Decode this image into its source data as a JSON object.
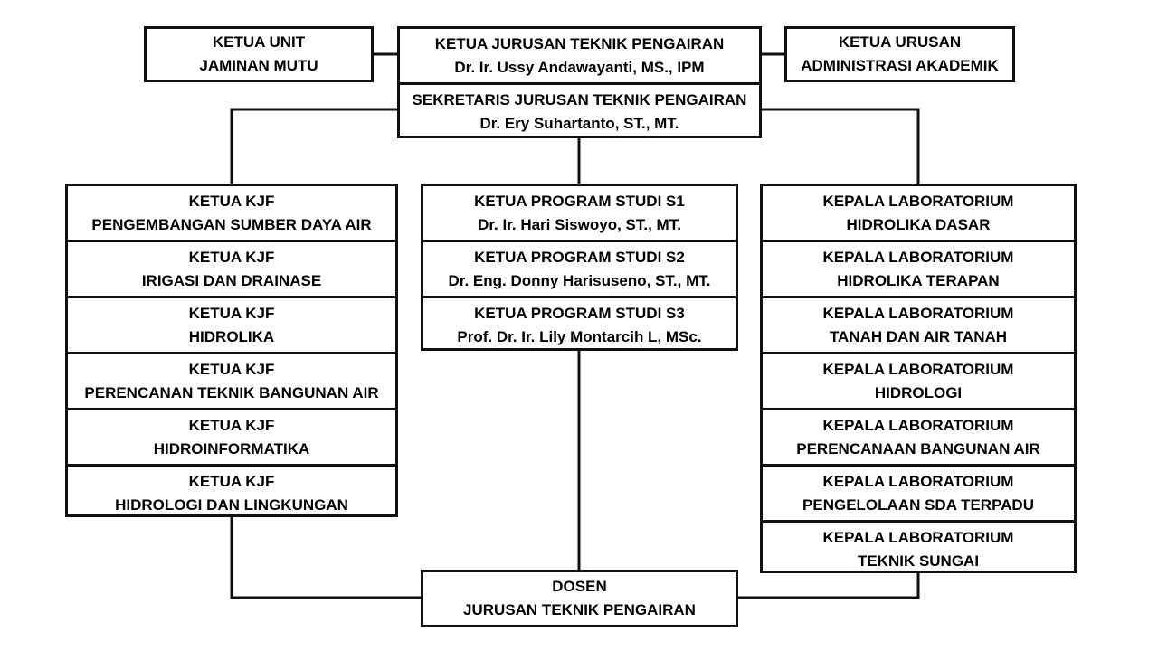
{
  "unit_jaminan_mutu": {
    "line1": "KETUA UNIT",
    "line2": "JAMINAN MUTU"
  },
  "ketua_jurusan": {
    "title": "KETUA JURUSAN TEKNIK PENGAIRAN",
    "name": "Dr. Ir. Ussy Andawayanti, MS., IPM"
  },
  "urusan_administrasi": {
    "line1": "KETUA URUSAN",
    "line2": "ADMINISTRASI AKADEMIK"
  },
  "sekretaris_jurusan": {
    "title": "SEKRETARIS JURUSAN TEKNIK PENGAIRAN",
    "name": "Dr. Ery Suhartanto, ST., MT."
  },
  "kjf": [
    {
      "line1": "KETUA KJF",
      "line2": "PENGEMBANGAN SUMBER DAYA AIR"
    },
    {
      "line1": "KETUA KJF",
      "line2": "IRIGASI DAN DRAINASE"
    },
    {
      "line1": "KETUA KJF",
      "line2": "HIDROLIKA"
    },
    {
      "line1": "KETUA KJF",
      "line2": "PERENCANAN TEKNIK BANGUNAN AIR"
    },
    {
      "line1": "KETUA KJF",
      "line2": "HIDROINFORMATIKA"
    },
    {
      "line1": "KETUA KJF",
      "line2": "HIDROLOGI DAN LINGKUNGAN"
    }
  ],
  "program_studi": [
    {
      "line1": "KETUA PROGRAM STUDI S1",
      "line2": "Dr. Ir. Hari Siswoyo, ST., MT."
    },
    {
      "line1": "KETUA PROGRAM STUDI S2",
      "line2": "Dr. Eng. Donny Harisuseno, ST., MT."
    },
    {
      "line1": "KETUA PROGRAM STUDI S3",
      "line2": "Prof. Dr. Ir. Lily Montarcih L, MSc."
    }
  ],
  "laboratorium": [
    {
      "line1": "KEPALA LABORATORIUM",
      "line2": "HIDROLIKA DASAR"
    },
    {
      "line1": "KEPALA LABORATORIUM",
      "line2": "HIDROLIKA TERAPAN"
    },
    {
      "line1": "KEPALA LABORATORIUM",
      "line2": "TANAH DAN AIR TANAH"
    },
    {
      "line1": "KEPALA LABORATORIUM",
      "line2": "HIDROLOGI"
    },
    {
      "line1": "KEPALA LABORATORIUM",
      "line2": "PERENCANAAN BANGUNAN AIR"
    },
    {
      "line1": "KEPALA LABORATORIUM",
      "line2": "PENGELOLAAN SDA TERPADU"
    },
    {
      "line1": "KEPALA LABORATORIUM",
      "line2": "TEKNIK SUNGAI"
    }
  ],
  "dosen": {
    "line1": "DOSEN",
    "line2": "JURUSAN TEKNIK PENGAIRAN"
  }
}
